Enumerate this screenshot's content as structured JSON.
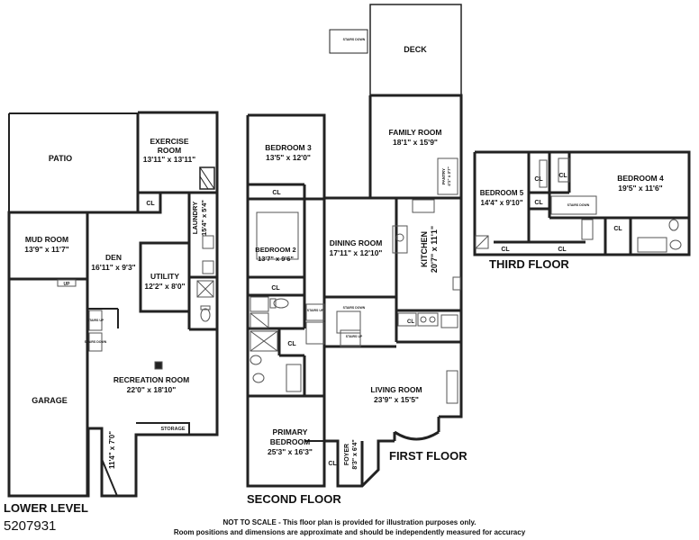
{
  "listing_id": "5207931",
  "disclaimer": {
    "line1": "NOT TO SCALE - This floor plan is provided for illustration purposes only.",
    "line2": "Room positions and dimensions are approximate and should be independently measured for accuracy"
  },
  "levels": {
    "lower": "LOWER LEVEL",
    "second": "SECOND FLOOR",
    "first": "FIRST FLOOR",
    "third": "THIRD FLOOR"
  },
  "lower_level": {
    "patio": {
      "name": "PATIO"
    },
    "exercise": {
      "name1": "EXERCISE",
      "name2": "ROOM",
      "dim": "13'11\" x 13'11\""
    },
    "mud_room": {
      "name": "MUD ROOM",
      "dim": "13'9\" x 11'7\""
    },
    "laundry": {
      "name": "LAUNDRY",
      "dim": "15'4\" x 5'4\""
    },
    "den": {
      "name": "DEN",
      "dim": "16'11\" x 9'3\""
    },
    "utility": {
      "name": "UTILITY",
      "dim": "12'2\" x 8'0\""
    },
    "garage": {
      "name": "GARAGE"
    },
    "recreation": {
      "name": "RECREATION ROOM",
      "dim": "22'0\" x 18'10\""
    },
    "nook_dim": "11'4\" x 7'0\"",
    "storage": "STORAGE",
    "cl": "CL",
    "up": "UP",
    "stairs_up": "STAIRS UP",
    "stairs_down": "STAIRS DOWN"
  },
  "second_floor": {
    "bedroom3": {
      "name": "BEDROOM 3",
      "dim": "13'5\" x 12'0\""
    },
    "bedroom2": {
      "name": "BEDROOM 2",
      "dim": "13'7\" x 9'6\""
    },
    "primary": {
      "name1": "PRIMARY",
      "name2": "BEDROOM",
      "dim": "25'3\" x 16'3\""
    },
    "cl": "CL",
    "stairs_up": "STAIRS UP",
    "stairs_down": "STAIRS DOWN"
  },
  "first_floor": {
    "deck": {
      "name": "DECK"
    },
    "family": {
      "name": "FAMILY ROOM",
      "dim": "18'1\" x 15'9\""
    },
    "pantry": {
      "name": "PANTRY",
      "dim": "4'1\" x 3'7\""
    },
    "dining": {
      "name": "DINING ROOM",
      "dim": "17'11\" x 12'10\""
    },
    "kitchen": {
      "name": "KITCHEN",
      "dim": "20'7\" x 11'1\""
    },
    "living": {
      "name": "LIVING ROOM",
      "dim": "23'9\" x 15'5\""
    },
    "foyer": {
      "name": "FOYER",
      "dim": "8'3\" x 6'4\""
    },
    "cl": "CL",
    "stairs_down": "STAIRS DOWN",
    "stairs_up": "STAIRS UP"
  },
  "third_floor": {
    "bedroom5": {
      "name": "BEDROOM 5",
      "dim": "14'4\" x 9'10\""
    },
    "bedroom4": {
      "name": "BEDROOM 4",
      "dim": "19'5\" x 11'6\""
    },
    "cl": "CL",
    "stairs_down": "STAIRS DOWN"
  },
  "colors": {
    "wall": "#222222",
    "fixture": "#555555",
    "background": "#ffffff"
  }
}
